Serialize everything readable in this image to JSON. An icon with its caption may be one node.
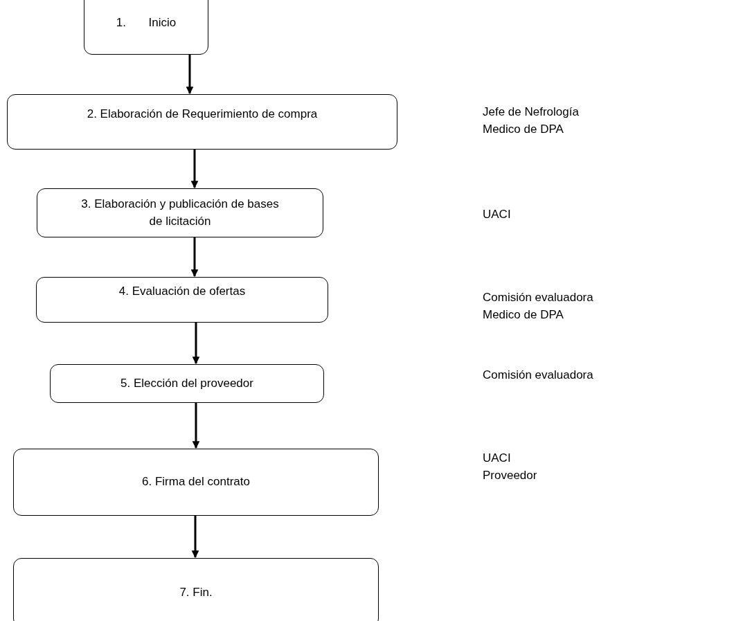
{
  "diagram": {
    "nodes": [
      {
        "text": [
          "1. Inicio"
        ]
      },
      {
        "text": [
          "2. Elaboración de Requerimiento de compra"
        ]
      },
      {
        "text": [
          "3. Elaboración y publicación de bases de licitación"
        ]
      },
      {
        "text": [
          "4. Evaluación de ofertas"
        ]
      },
      {
        "text": [
          "5. Elección del proveedor"
        ]
      },
      {
        "text": [
          "6. Firma del contrato"
        ]
      },
      {
        "text": [
          "7. Fin."
        ]
      }
    ],
    "edges": [
      {
        "from": 0,
        "to": 1,
        "arrow": "to"
      },
      {
        "from": 1,
        "to": 2,
        "arrow": "to"
      },
      {
        "from": 2,
        "to": 3,
        "arrow": "to"
      },
      {
        "from": 3,
        "to": 4,
        "arrow": "to"
      },
      {
        "from": 4,
        "to": 5,
        "arrow": "to"
      },
      {
        "from": 5,
        "to": 6,
        "arrow": "to"
      }
    ],
    "labels": [
      "Jefe de Nefrología",
      "Medico de DPA",
      "UACI",
      "Comisión evaluadora",
      "Medico de DPA",
      "Comisión evaluadora",
      "UACI",
      "Proveedor"
    ]
  }
}
